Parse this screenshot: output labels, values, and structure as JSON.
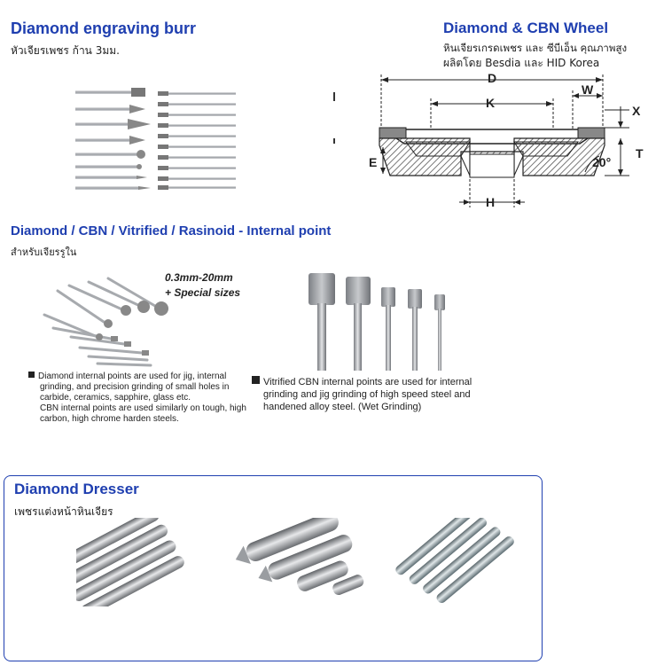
{
  "sections": {
    "burr": {
      "title": "Diamond engraving burr",
      "subtitle": "หัวเจียรเพชร ก้าน 3มม."
    },
    "wheel": {
      "title": "Diamond & CBN Wheel",
      "desc_line1": "หินเจียรเกรดเพชร และ ซีบีเอ็น คุณภาพสูง",
      "desc_line2": "ผลิตโดย Besdia และ HID Korea",
      "dims": {
        "D": "D",
        "W": "W",
        "K": "K",
        "X": "X",
        "E": "E",
        "T": "T",
        "H": "H",
        "angle": "20°"
      }
    },
    "internal": {
      "title": "Diamond / CBN  / Vitrified / Rasinoid - Internal point",
      "subtitle": "สำหรับเจียรรูใน",
      "sizes_line1": "0.3mm-20mm",
      "sizes_line2": "+ Special sizes",
      "note_left_1": "Diamond internal points are used for jig, internal",
      "note_left_2": "grinding, and precision grinding of small holes in",
      "note_left_3": "carbide, ceramics, sapphire, glass etc.",
      "note_left_4": "CBN internal points are used similarly on tough, high",
      "note_left_5": "carbon, high chrome harden steels.",
      "note_right_1": "Vitrified CBN internal points are used for internal",
      "note_right_2": "grinding and jig grinding of high speed steel and",
      "note_right_3": "handened alloy steel. (Wet Grinding)"
    },
    "dresser": {
      "title": "Diamond Dresser",
      "subtitle": "เพชรแต่งหน้าหินเจียร"
    }
  },
  "colors": {
    "heading_blue": "#1f3fb0",
    "steel": "#b9bcc0",
    "wheel_hatch": "#555555"
  }
}
